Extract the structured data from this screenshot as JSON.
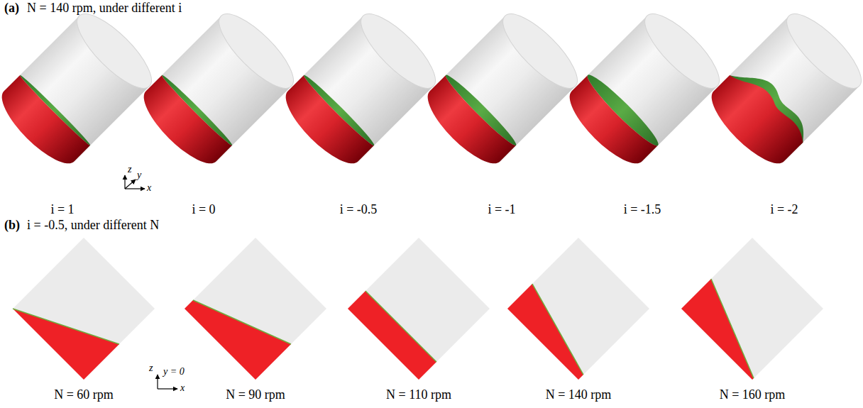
{
  "diagram": {
    "labels": [
      "(a)",
      "N = 140 rpm, under different i",
      "z",
      "y",
      "x",
      "i = 1",
      "i = 0",
      "i = -0.5",
      "i = -1",
      "i = -1.5",
      "i = -2",
      "(b)",
      "i = -0.5, under different N",
      "z",
      "y = 0",
      "x",
      "N = 60 rpm",
      "N = 90 rpm",
      "N = 110 rpm",
      "N = 140 rpm",
      "N = 160 rpm"
    ]
  }
}
